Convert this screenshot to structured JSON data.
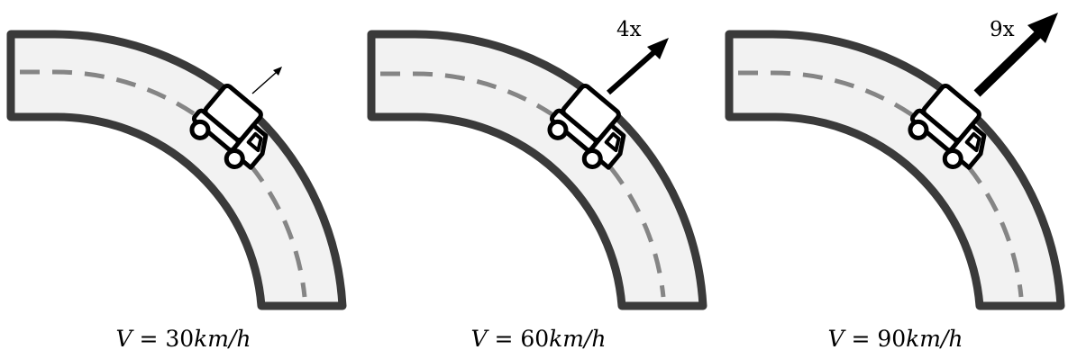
{
  "colors": {
    "road_edge": "#3a3a3a",
    "road_fill": "#f2f2f2",
    "center_dash": "#858585",
    "truck": "#000000",
    "arrow": "#000000",
    "background": "#ffffff"
  },
  "panels": [
    {
      "speed_label": "V = 30km/h",
      "speed_var": "V",
      "speed_eq": " = ",
      "speed_value": "30",
      "speed_unit": "km/h",
      "force_label": "",
      "force_multiplier": 1
    },
    {
      "speed_label": "V = 60km/h",
      "speed_var": "V",
      "speed_eq": " = ",
      "speed_value": "60",
      "speed_unit": "km/h",
      "force_label": "4x",
      "force_multiplier": 4
    },
    {
      "speed_label": "V = 90km/h",
      "speed_var": "V",
      "speed_eq": " = ",
      "speed_value": "90",
      "speed_unit": "km/h",
      "force_label": "9x",
      "force_multiplier": 9
    }
  ]
}
